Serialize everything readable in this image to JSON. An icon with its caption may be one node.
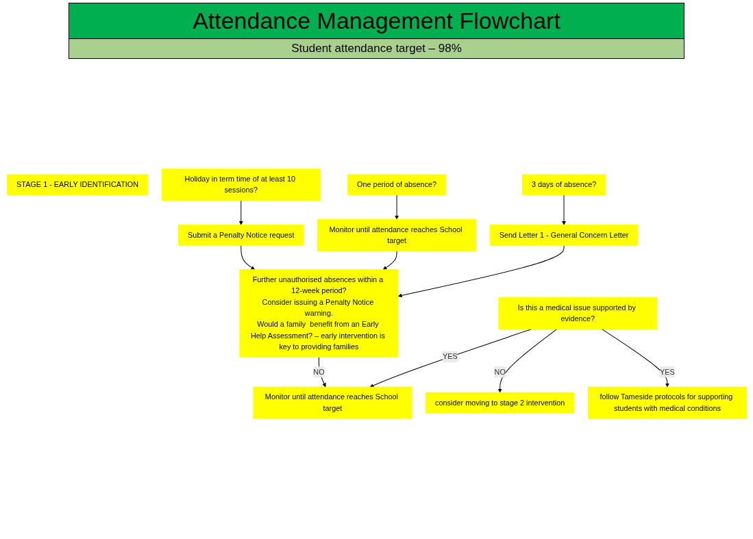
{
  "diagram": {
    "title": "Attendance Management Flowchart",
    "nodes": [
      {
        "text": [
          "STAGE 1 - EARLY IDENTIFICATION"
        ]
      },
      {
        "text": [
          "Holiday in term time of at least 10 sessions?"
        ]
      },
      {
        "text": [
          "One period of absence?"
        ]
      },
      {
        "text": [
          "3 days of absence?"
        ]
      },
      {
        "text": [
          "Submit a Penalty Notice request"
        ]
      },
      {
        "text": [
          "Monitor until attendance reaches School target"
        ]
      },
      {
        "text": [
          "Send Letter 1 - General Concern Letter"
        ]
      },
      {
        "text": [
          "Further unauthorised absences within a 12-week period?",
          "Consider issuing a Penalty Notice warning.",
          "Would a family  benefit from an Early Help Assessment? – early intervention is key to providing families"
        ]
      },
      {
        "text": [
          "Monitor until attendance reaches School target"
        ]
      },
      {
        "text": [
          "Is this a medical issue supported by evidence?"
        ]
      },
      {
        "text": [
          "consider moving to stage 2 intervention"
        ]
      },
      {
        "text": [
          "follow Tameside protocols for supporting students with medical conditions"
        ]
      }
    ],
    "edges": [
      {
        "from": 1,
        "to": 4,
        "arrow": "to"
      },
      {
        "from": 2,
        "to": 5,
        "arrow": "to"
      },
      {
        "from": 3,
        "to": 6,
        "arrow": "to"
      },
      {
        "from": 4,
        "to": 7,
        "arrow": "to"
      },
      {
        "from": 5,
        "to": 7,
        "arrow": "to"
      },
      {
        "from": 6,
        "to": 7,
        "arrow": "to"
      },
      {
        "from": 7,
        "to": 8,
        "arrow": "to",
        "label": "NO"
      },
      {
        "from": 9,
        "to": 8,
        "arrow": "to",
        "label": "YES"
      },
      {
        "from": 9,
        "to": 10,
        "arrow": "to",
        "label": "NO"
      },
      {
        "from": 9,
        "to": 11,
        "arrow": "to",
        "label": "YES"
      }
    ],
    "labels": [
      "Student attendance target – 98%"
    ]
  }
}
